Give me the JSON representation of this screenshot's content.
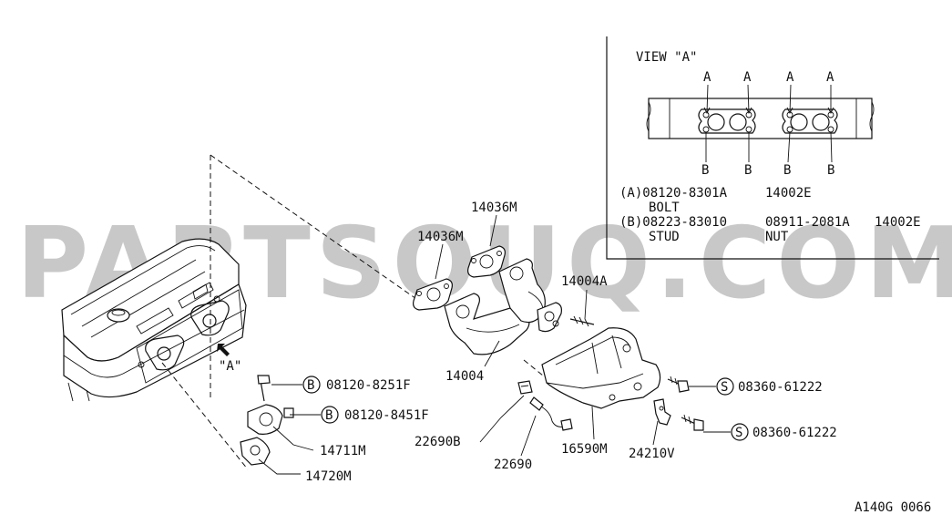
{
  "watermark": "PARTSOUQ.COM",
  "diagram_code": "A140G 0066",
  "view_label": "\"A\"",
  "inset": {
    "title": "VIEW \"A\"",
    "marker_a": "A",
    "marker_b": "B",
    "row_a_code": "(A)08120-8301A",
    "row_a_ref": "14002E",
    "row_a_desc": "BOLT",
    "row_b_code": "(B)08223-83010",
    "row_b_nut": "08911-2081A",
    "row_b_ref": "14002E",
    "row_b_desc1": "STUD",
    "row_b_desc2": "NUT"
  },
  "callouts": {
    "gasket_top": "14036M",
    "gasket_left": "14036M",
    "manifold_stud": "14004A",
    "manifold": "14004",
    "bolt_f1_badge": "B",
    "bolt_f1": "08120-8251F",
    "bolt_f2_badge": "B",
    "bolt_f2": "08120-8451F",
    "egr_part": "14711M",
    "egr_gasket": "14720M",
    "sensor_b": "22690B",
    "sensor": "22690",
    "heat_shield": "16590M",
    "bracket": "24210V",
    "screw1_badge": "S",
    "screw1": "08360-61222",
    "screw2_badge": "S",
    "screw2": "08360-61222"
  }
}
